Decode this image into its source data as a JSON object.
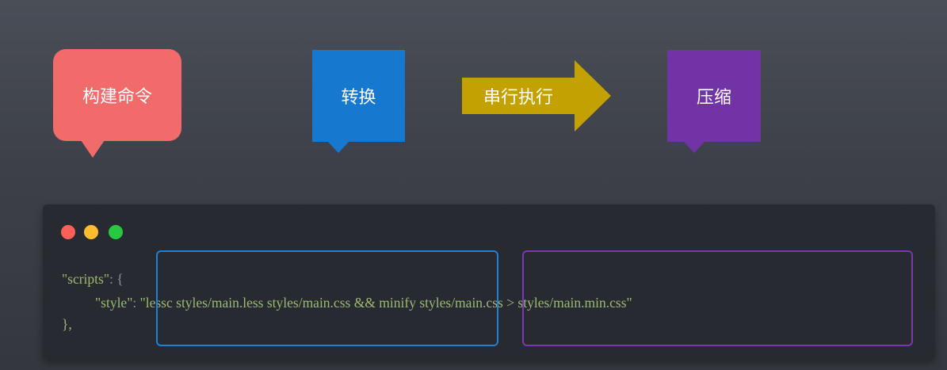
{
  "callouts": {
    "build": {
      "label": "构建命令",
      "color": "#f26b6b"
    },
    "convert": {
      "label": "转换",
      "color": "#1778d0"
    },
    "serial": {
      "label": "串行执行",
      "color": "#c3a100"
    },
    "compress": {
      "label": "压缩",
      "color": "#7133a6"
    }
  },
  "code_window": {
    "lines": {
      "line1": {
        "key": "\"scripts\"",
        "colon": ": ",
        "brace": "{"
      },
      "line2": {
        "key": "\"style\"",
        "colon": ": ",
        "value": "\"lessc styles/main.less styles/main.css && minify styles/main.css > styles/main.min.css\""
      },
      "line3": {
        "brace": "},"
      }
    }
  }
}
